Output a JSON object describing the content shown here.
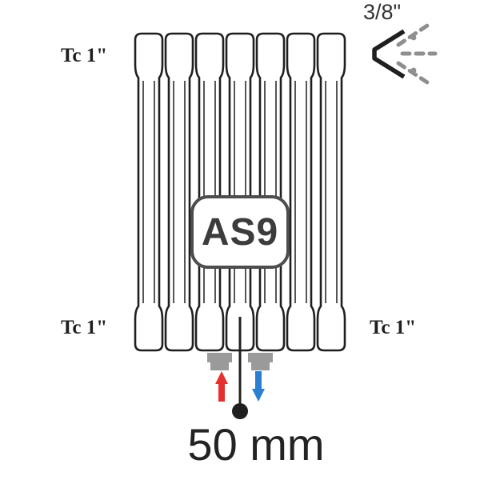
{
  "labels": {
    "tc_top_left": "Tc 1\"",
    "tc_bottom_left": "Tc 1\"",
    "tc_bottom_right": "Tc 1\"",
    "valve_size": "3/8\"",
    "model": "AS9",
    "bottom_dimension": "50 mm"
  },
  "icons": {
    "top_right": "air-vent-spray-icon",
    "left_flow": "up-arrow-red",
    "right_flow": "down-arrow-blue",
    "measure_point": "black-dot"
  },
  "colors": {
    "line": "#1f1f1f",
    "badge_border": "#4d4d4d",
    "badge_text": "#3c3c3c",
    "arrow_red": "#e53030",
    "arrow_blue": "#2a7fd0",
    "connection_gray": "#9a9a9a",
    "spray_gray": "#8f8f8f"
  },
  "radiator": {
    "column_count": 7
  }
}
